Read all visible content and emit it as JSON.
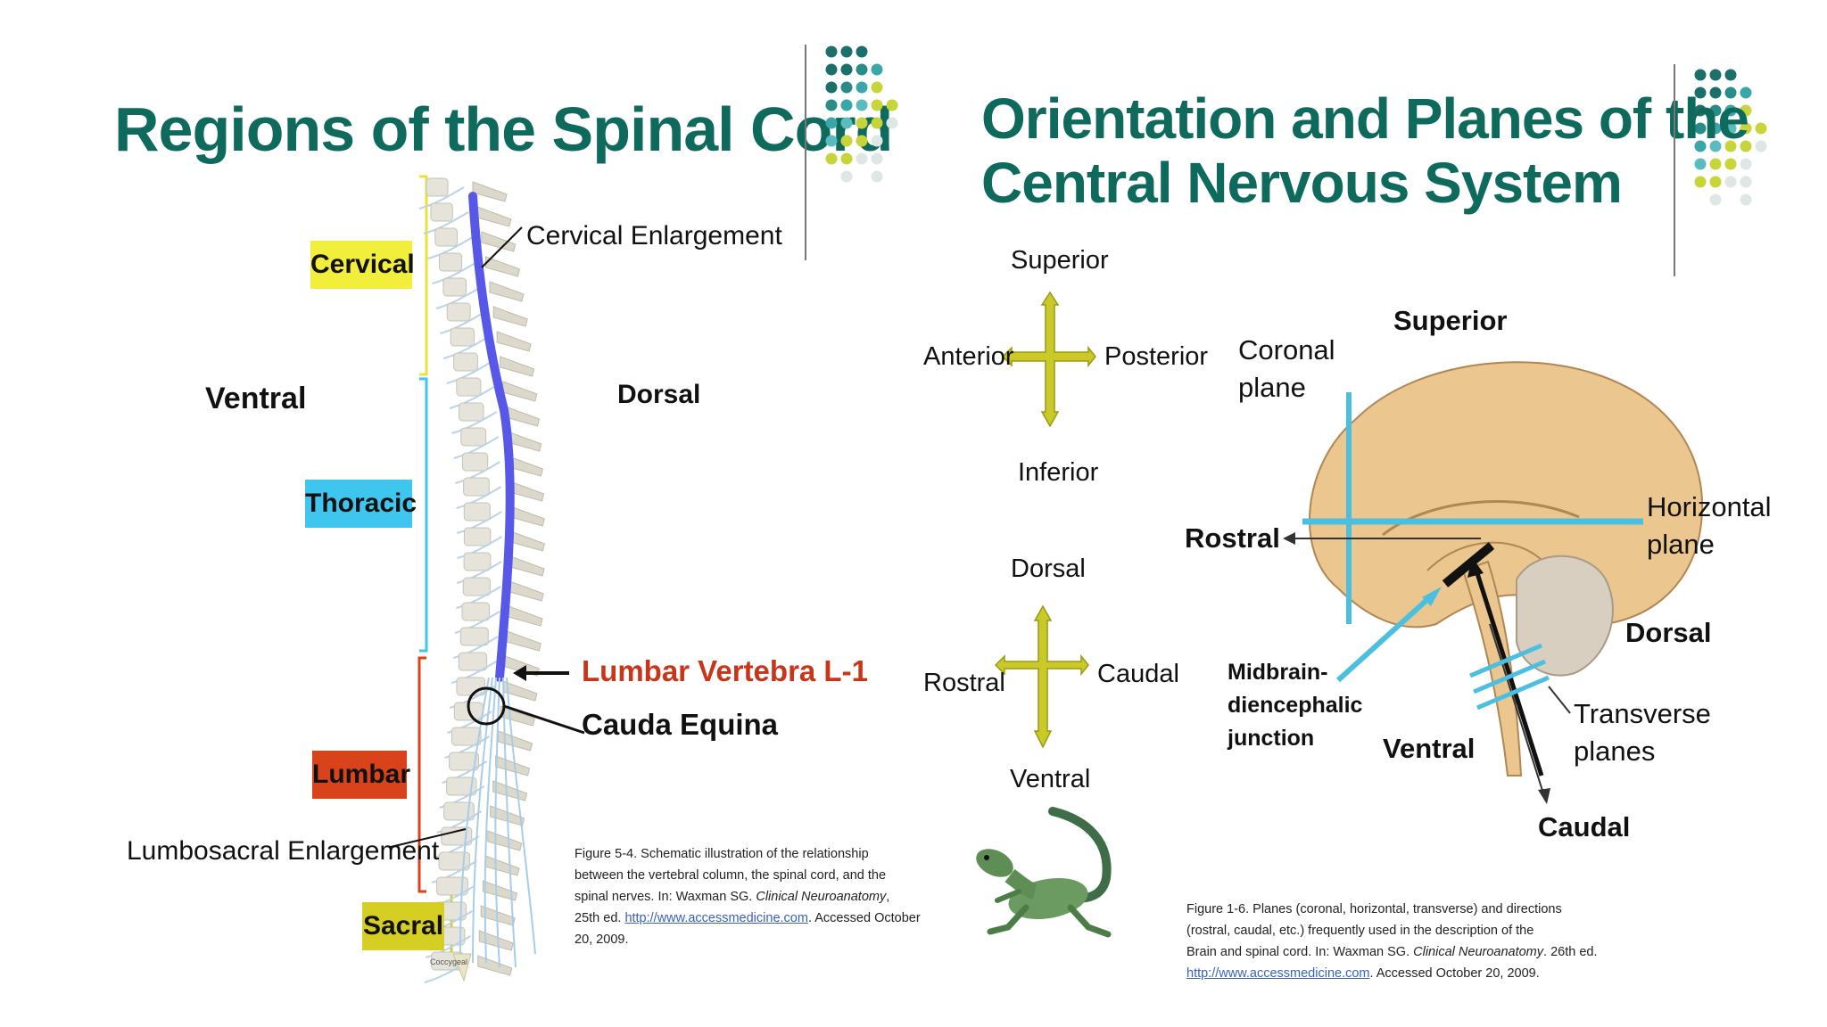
{
  "slides": {
    "left": {
      "title": "Regions of the Spinal Cord",
      "regions": [
        {
          "label": "Cervical",
          "color": "#f2ef3c"
        },
        {
          "label": "Thoracic",
          "color": "#3ec6ee"
        },
        {
          "label": "Lumbar",
          "color": "#d9431c"
        },
        {
          "label": "Sacral",
          "color": "#d4cf22"
        }
      ],
      "labels": {
        "ventral": "Ventral",
        "dorsal": "Dorsal",
        "cervical_enlargement": "Cervical Enlargement",
        "lumbar_vertebra": "Lumbar Vertebra L-1",
        "cauda_equina": "Cauda Equina",
        "lumbosacral": "Lumbosacral Enlargement",
        "coccygeal": "Coccygeal"
      },
      "caption": {
        "line1": "Figure 5-4.  Schematic illustration of the relationship",
        "line2": "between the vertebral column, the spinal cord, and the",
        "line3_pre": "spinal nerves.  In: Waxman SG. ",
        "line3_italic": "Clinical Neuroanatomy",
        "line3_post": ",",
        "line4_pre": "25th ed. ",
        "line4_link": "http://www.accessmedicine.com",
        "line4_post": ". Accessed October",
        "line5": "20, 2009."
      }
    },
    "right": {
      "title_line1": "Orientation and Planes of the",
      "title_line2": "Central Nervous System",
      "compass1": {
        "top": "Superior",
        "left": "Anterior",
        "right": "Posterior",
        "bottom": "Inferior"
      },
      "compass2": {
        "top": "Dorsal",
        "left": "Rostral",
        "right": "Caudal",
        "bottom": "Ventral"
      },
      "brain_labels": {
        "superior": "Superior",
        "coronal_1": "Coronal",
        "coronal_2": "plane",
        "horizontal_1": "Horizontal",
        "horizontal_2": "plane",
        "rostral": "Rostral",
        "dorsal": "Dorsal",
        "ventral": "Ventral",
        "caudal": "Caudal",
        "midbrain_1": "Midbrain-",
        "midbrain_2": "diencephalic",
        "midbrain_3": "junction",
        "transverse_1": "Transverse",
        "transverse_2": "planes"
      },
      "caption": {
        "line1": "Figure 1-6.  Planes (coronal, horizontal, transverse) and directions",
        "line2": "(rostral, caudal, etc.) frequently used in the description of the",
        "line3_pre": "Brain and spinal cord.  In: Waxman SG. ",
        "line3_italic": "Clinical Neuroanatomy",
        "line3_post": ". 26th ed.",
        "line4_link": "http://www.accessmedicine.com",
        "line4_post": ". Accessed October 20, 2009."
      }
    }
  },
  "colors": {
    "teal": "#0e6a5c",
    "compass": "#c9c92a",
    "plane": "#4bbfe0",
    "cord": "#5757e8"
  }
}
